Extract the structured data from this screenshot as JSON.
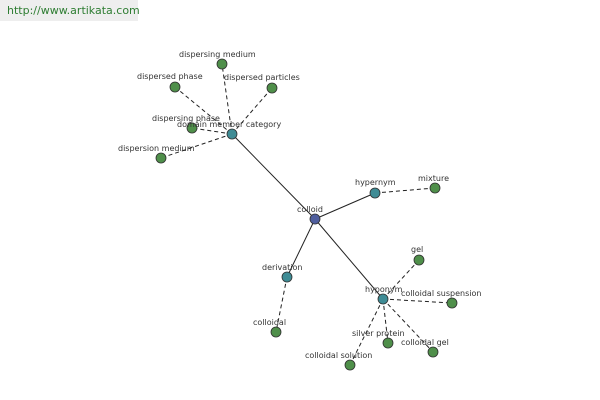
{
  "header": {
    "url": "http://www.artikata.com"
  },
  "colors": {
    "center": "#4f5e9e",
    "relation": "#3f8c95",
    "leaf": "#4f8f4a"
  },
  "nodes": [
    {
      "id": "colloid",
      "label": "colloid",
      "kind": "center"
    },
    {
      "id": "domain",
      "label": "domain member category",
      "kind": "relation"
    },
    {
      "id": "hypernym",
      "label": "hypernym",
      "kind": "relation"
    },
    {
      "id": "derivation",
      "label": "derivation",
      "kind": "relation"
    },
    {
      "id": "hyponym",
      "label": "hyponym",
      "kind": "relation"
    },
    {
      "id": "dispersing-medium",
      "label": "dispersing medium",
      "kind": "leaf"
    },
    {
      "id": "dispersed-phase",
      "label": "dispersed phase",
      "kind": "leaf"
    },
    {
      "id": "dispersed-particles",
      "label": "dispersed particles",
      "kind": "leaf"
    },
    {
      "id": "dispersing-phase",
      "label": "dispersing phase",
      "kind": "leaf"
    },
    {
      "id": "dispersion-medium",
      "label": "dispersion medium",
      "kind": "leaf"
    },
    {
      "id": "mixture",
      "label": "mixture",
      "kind": "leaf"
    },
    {
      "id": "colloidal",
      "label": "colloidal",
      "kind": "leaf"
    },
    {
      "id": "gel",
      "label": "gel",
      "kind": "leaf"
    },
    {
      "id": "colloidal-suspension",
      "label": "colloidal suspension",
      "kind": "leaf"
    },
    {
      "id": "silver-protein",
      "label": "silver protein",
      "kind": "leaf"
    },
    {
      "id": "colloidal-gel",
      "label": "colloidal gel",
      "kind": "leaf"
    },
    {
      "id": "colloidal-solution",
      "label": "colloidal solution",
      "kind": "leaf"
    }
  ],
  "edges": [
    {
      "from": "colloid",
      "to": "domain",
      "style": "solid"
    },
    {
      "from": "colloid",
      "to": "hypernym",
      "style": "solid"
    },
    {
      "from": "colloid",
      "to": "derivation",
      "style": "solid"
    },
    {
      "from": "colloid",
      "to": "hyponym",
      "style": "solid"
    },
    {
      "from": "domain",
      "to": "dispersing-medium",
      "style": "dashed"
    },
    {
      "from": "domain",
      "to": "dispersed-phase",
      "style": "dashed"
    },
    {
      "from": "domain",
      "to": "dispersed-particles",
      "style": "dashed"
    },
    {
      "from": "domain",
      "to": "dispersing-phase",
      "style": "dashed"
    },
    {
      "from": "domain",
      "to": "dispersion-medium",
      "style": "dashed"
    },
    {
      "from": "hypernym",
      "to": "mixture",
      "style": "dashed"
    },
    {
      "from": "derivation",
      "to": "colloidal",
      "style": "dashed"
    },
    {
      "from": "hyponym",
      "to": "gel",
      "style": "dashed"
    },
    {
      "from": "hyponym",
      "to": "colloidal-suspension",
      "style": "dashed"
    },
    {
      "from": "hyponym",
      "to": "silver-protein",
      "style": "dashed"
    },
    {
      "from": "hyponym",
      "to": "colloidal-gel",
      "style": "dashed"
    },
    {
      "from": "hyponym",
      "to": "colloidal-solution",
      "style": "dashed"
    }
  ]
}
